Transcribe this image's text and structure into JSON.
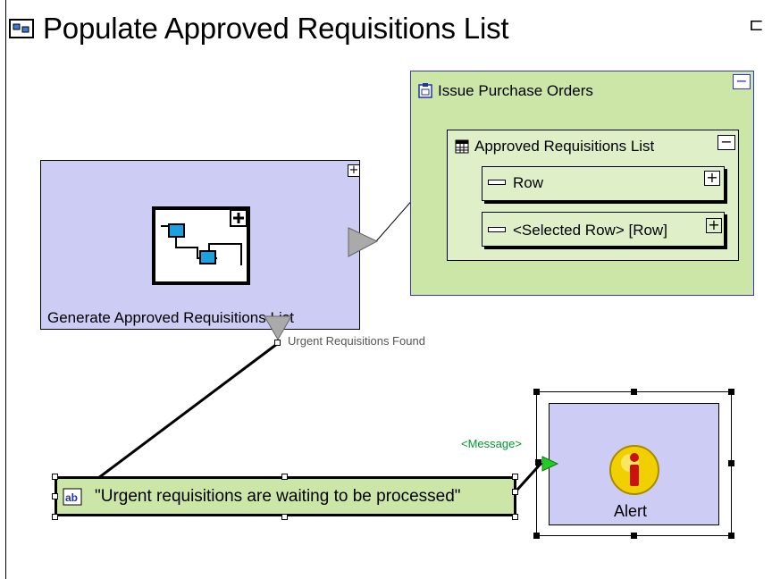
{
  "title": "Populate Approved Requisitions List",
  "process": {
    "name": "Generate Approved Requisitions List",
    "expand_glyph": "+"
  },
  "issue": {
    "name": "Issue Purchase Orders",
    "collapse_glyph": "−",
    "list": {
      "name": "Approved Requisitions List",
      "collapse_glyph": "−",
      "row": "Row",
      "row_glyph": "+",
      "selected_row": "<Selected Row> [Row]",
      "selected_glyph": "+"
    }
  },
  "exit_port": {
    "label": "Urgent Requisitions Found"
  },
  "message": {
    "text": "\"Urgent requisitions are waiting to be processed\""
  },
  "alert": {
    "name": "Alert",
    "port_label": "<Message>",
    "icon": "info-icon"
  },
  "colors": {
    "process_fill": "#ccccf5",
    "group_fill": "#cce6a8",
    "group_border": "#3333dd",
    "port_label_green": "#009933",
    "alert_icon_yellow": "#f0d000",
    "alert_icon_red": "#cc1111"
  }
}
